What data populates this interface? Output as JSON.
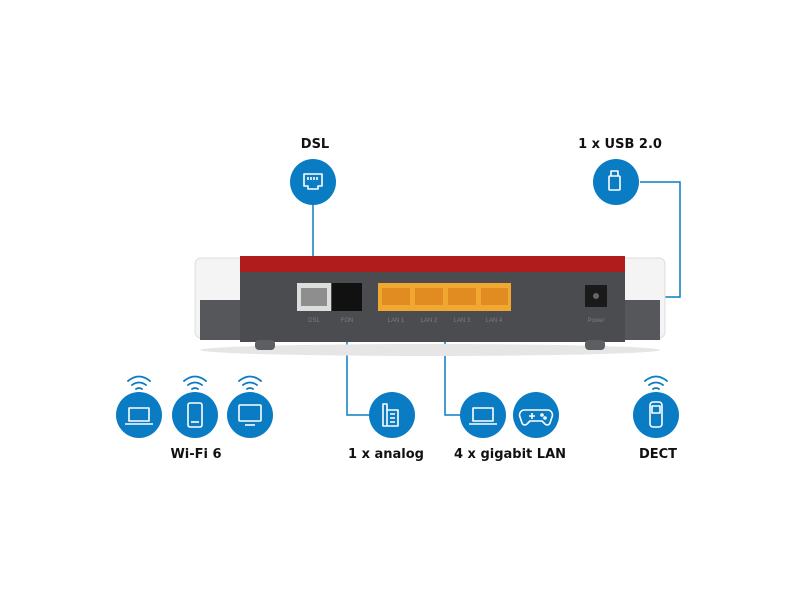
{
  "labels": {
    "dsl": "DSL",
    "usb": "1 x USB 2.0",
    "wifi": "Wi-Fi 6",
    "analog": "1 x analog",
    "lan": "4 x gigabit LAN",
    "dect": "DECT"
  },
  "ports": {
    "dsl": "DSL",
    "fon": "FON",
    "lan1": "LAN 1",
    "lan2": "LAN 2",
    "lan3": "LAN 3",
    "lan4": "LAN 4",
    "power": "Power"
  },
  "colors": {
    "accent": "#0a7cc4",
    "router_red": "#b01c1c",
    "router_body": "#4a4c50",
    "lan_port": "#f0a830"
  }
}
